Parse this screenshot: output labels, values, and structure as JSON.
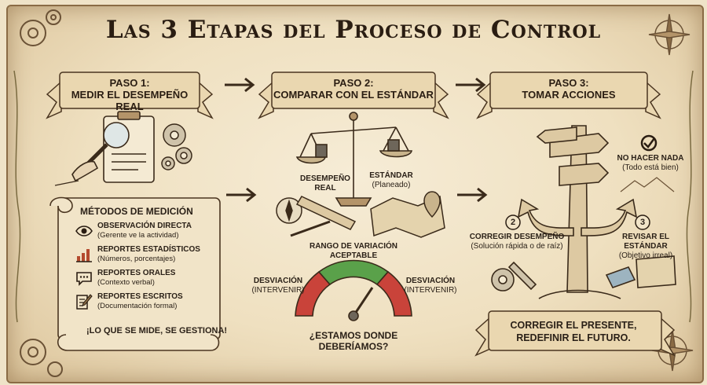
{
  "title": "Las 3 Etapas del Proceso de Control",
  "steps": [
    {
      "line1": "PASO 1:",
      "line2": "MEDIR EL DESEMPEÑO REAL"
    },
    {
      "line1": "PASO 2:",
      "line2": "COMPARAR CON EL ESTÁNDAR"
    },
    {
      "line1": "PASO 3:",
      "line2": "TOMAR ACCIONES"
    }
  ],
  "methods": {
    "title": "MÉTODOS DE MEDICIÓN",
    "items": [
      {
        "name": "OBSERVACIÓN DIRECTA",
        "sub": "(Gerente ve la actividad)",
        "icon": "eye-icon"
      },
      {
        "name": "REPORTES ESTADÍSTICOS",
        "sub": "(Números, porcentajes)",
        "icon": "bar-chart-icon"
      },
      {
        "name": "REPORTES ORALES",
        "sub": "(Contexto verbal)",
        "icon": "speech-bubble-icon"
      },
      {
        "name": "REPORTES ESCRITOS",
        "sub": "(Documentación formal)",
        "icon": "pen-document-icon"
      }
    ],
    "slogan": "¡LO QUE SE MIDE, SE GESTIONA!"
  },
  "compare": {
    "real_line1": "DESEMPEÑO",
    "real_line2": "REAL",
    "standard_title": "ESTÁNDAR",
    "standard_sub": "(Planeado)",
    "range_line1": "RANGO DE VARIACIÓN",
    "range_line2": "ACEPTABLE",
    "dev_label": "DESVIACIÓN",
    "dev_sub": "(INTERVENIR)",
    "question": "¿ESTAMOS DONDE DEBERÍAMOS?"
  },
  "actions": {
    "option1_title": "NO HACER NADA",
    "option1_sub": "(Todo está bien)",
    "option2_num": "2",
    "option2_title": "CORREGIR DESEMPEÑO",
    "option2_sub": "(Solución rápida o de raíz)",
    "option3_num": "3",
    "option3_title": "REVISAR EL ESTÁNDAR",
    "option3_sub": "(Objetivo irreal)",
    "closing_line1": "CORREGIR EL PRESENTE,",
    "closing_line2": "REDEFINIR EL FUTURO."
  },
  "colors": {
    "parchment": "#efe0c0",
    "ink": "#2a1d12",
    "gauge_green": "#5aa14a",
    "gauge_red": "#c9433a"
  }
}
